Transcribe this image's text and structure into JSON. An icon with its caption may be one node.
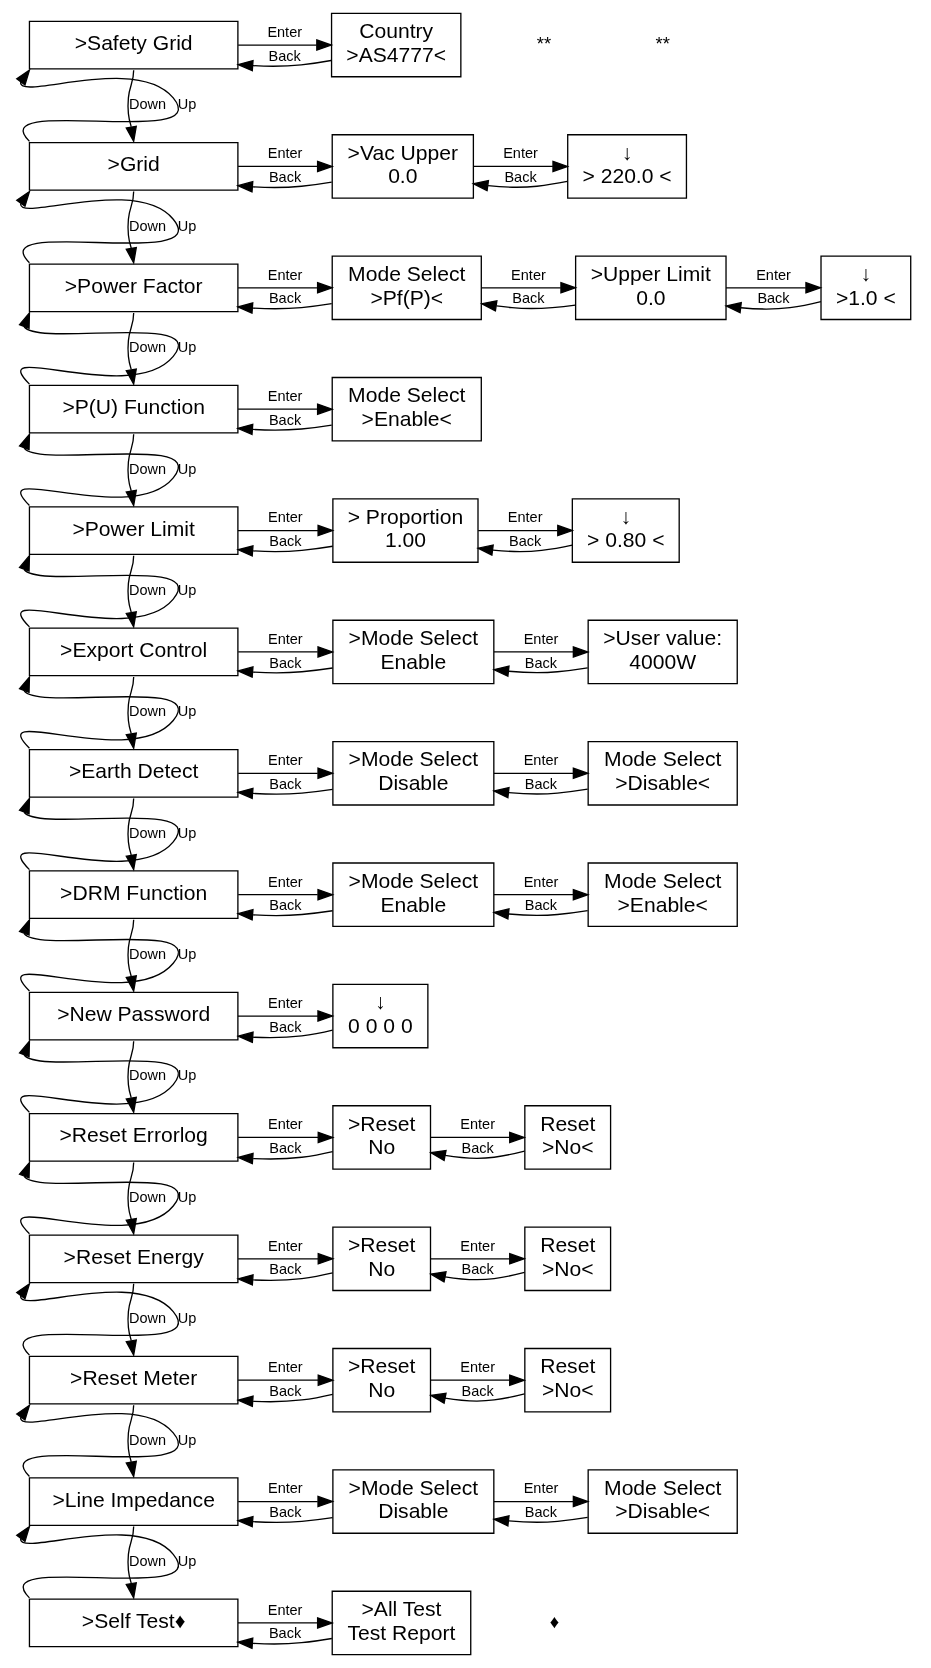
{
  "diagram": {
    "nodes": [
      {
        "text": [
          ">Safety Grid"
        ]
      },
      {
        "text": [
          "Country",
          ">AS4777<"
        ]
      },
      {
        "text": [
          ">Grid"
        ]
      },
      {
        "text": [
          ">Vac Upper",
          "0.0"
        ]
      },
      {
        "text": [
          "↓",
          "> 220.0 <"
        ]
      },
      {
        "text": [
          ">Power Factor"
        ]
      },
      {
        "text": [
          "Mode Select",
          ">Pf(P)<"
        ]
      },
      {
        "text": [
          ">Upper Limit",
          "0.0"
        ]
      },
      {
        "text": [
          "↓",
          ">1.0 <"
        ]
      },
      {
        "text": [
          ">P(U) Function"
        ]
      },
      {
        "text": [
          "Mode Select",
          ">Enable<"
        ]
      },
      {
        "text": [
          ">Power Limit"
        ]
      },
      {
        "text": [
          "> Proportion",
          "1.00"
        ]
      },
      {
        "text": [
          "↓",
          "> 0.80 <"
        ]
      },
      {
        "text": [
          ">Export Control"
        ]
      },
      {
        "text": [
          ">Mode Select",
          "Enable"
        ]
      },
      {
        "text": [
          ">User value:",
          "4000W"
        ]
      },
      {
        "text": [
          ">Earth Detect"
        ]
      },
      {
        "text": [
          ">Mode Select",
          "Disable"
        ]
      },
      {
        "text": [
          "Mode Select",
          ">Disable<"
        ]
      },
      {
        "text": [
          ">DRM Function"
        ]
      },
      {
        "text": [
          ">Mode Select",
          "Enable"
        ]
      },
      {
        "text": [
          "Mode Select",
          ">Enable<"
        ]
      },
      {
        "text": [
          ">New Password"
        ]
      },
      {
        "text": [
          "↓",
          "0 0 0 0"
        ]
      },
      {
        "text": [
          ">Reset Errorlog"
        ]
      },
      {
        "text": [
          ">Reset",
          "No"
        ]
      },
      {
        "text": [
          "Reset",
          ">No<"
        ]
      },
      {
        "text": [
          ">Reset Energy"
        ]
      },
      {
        "text": [
          ">Reset",
          "No"
        ]
      },
      {
        "text": [
          "Reset",
          ">No<"
        ]
      },
      {
        "text": [
          ">Reset Meter"
        ]
      },
      {
        "text": [
          ">Reset",
          "No"
        ]
      },
      {
        "text": [
          "Reset",
          ">No<"
        ]
      },
      {
        "text": [
          ">Line Impedance"
        ]
      },
      {
        "text": [
          ">Mode Select",
          "Disable"
        ]
      },
      {
        "text": [
          "Mode Select",
          ">Disable<"
        ]
      },
      {
        "text": [
          ">Self Test♦"
        ]
      },
      {
        "text": [
          ">All Test",
          "Test Report"
        ]
      }
    ],
    "edges": [
      {
        "from": 0,
        "to": 1,
        "arrow": "to",
        "label": "Enter"
      },
      {
        "from": 1,
        "to": 0,
        "arrow": "to",
        "label": "Back"
      },
      {
        "from": 0,
        "to": 2,
        "arrow": "to",
        "label": "Down"
      },
      {
        "from": 2,
        "to": 0,
        "arrow": "to",
        "label": "Up"
      },
      {
        "from": 2,
        "to": 3,
        "arrow": "to",
        "label": "Enter"
      },
      {
        "from": 3,
        "to": 2,
        "arrow": "to",
        "label": "Back"
      },
      {
        "from": 3,
        "to": 4,
        "arrow": "to",
        "label": "Enter"
      },
      {
        "from": 4,
        "to": 3,
        "arrow": "to",
        "label": "Back"
      },
      {
        "from": 2,
        "to": 5,
        "arrow": "to",
        "label": "Down"
      },
      {
        "from": 5,
        "to": 2,
        "arrow": "to",
        "label": "Up"
      },
      {
        "from": 5,
        "to": 6,
        "arrow": "to",
        "label": "Enter"
      },
      {
        "from": 6,
        "to": 5,
        "arrow": "to",
        "label": "Back"
      },
      {
        "from": 6,
        "to": 7,
        "arrow": "to",
        "label": "Enter"
      },
      {
        "from": 7,
        "to": 6,
        "arrow": "to",
        "label": "Back"
      },
      {
        "from": 7,
        "to": 8,
        "arrow": "to",
        "label": "Enter"
      },
      {
        "from": 8,
        "to": 7,
        "arrow": "to",
        "label": "Back"
      },
      {
        "from": 5,
        "to": 9,
        "arrow": "to",
        "label": "Down"
      },
      {
        "from": 9,
        "to": 5,
        "arrow": "to",
        "label": "Up"
      },
      {
        "from": 9,
        "to": 10,
        "arrow": "to",
        "label": "Enter"
      },
      {
        "from": 10,
        "to": 9,
        "arrow": "to",
        "label": "Back"
      },
      {
        "from": 9,
        "to": 11,
        "arrow": "to",
        "label": "Down"
      },
      {
        "from": 11,
        "to": 9,
        "arrow": "to",
        "label": "Up"
      },
      {
        "from": 11,
        "to": 12,
        "arrow": "to",
        "label": "Enter"
      },
      {
        "from": 12,
        "to": 11,
        "arrow": "to",
        "label": "Back"
      },
      {
        "from": 12,
        "to": 13,
        "arrow": "to",
        "label": "Enter"
      },
      {
        "from": 13,
        "to": 12,
        "arrow": "to",
        "label": "Back"
      },
      {
        "from": 11,
        "to": 14,
        "arrow": "to",
        "label": "Down"
      },
      {
        "from": 14,
        "to": 11,
        "arrow": "to",
        "label": "Up"
      },
      {
        "from": 14,
        "to": 15,
        "arrow": "to",
        "label": "Enter"
      },
      {
        "from": 15,
        "to": 14,
        "arrow": "to",
        "label": "Back"
      },
      {
        "from": 15,
        "to": 16,
        "arrow": "to",
        "label": "Enter"
      },
      {
        "from": 16,
        "to": 15,
        "arrow": "to",
        "label": "Back"
      },
      {
        "from": 14,
        "to": 17,
        "arrow": "to",
        "label": "Down"
      },
      {
        "from": 17,
        "to": 14,
        "arrow": "to",
        "label": "Up"
      },
      {
        "from": 17,
        "to": 18,
        "arrow": "to",
        "label": "Enter"
      },
      {
        "from": 18,
        "to": 17,
        "arrow": "to",
        "label": "Back"
      },
      {
        "from": 18,
        "to": 19,
        "arrow": "to",
        "label": "Enter"
      },
      {
        "from": 19,
        "to": 18,
        "arrow": "to",
        "label": "Back"
      },
      {
        "from": 17,
        "to": 20,
        "arrow": "to",
        "label": "Down"
      },
      {
        "from": 20,
        "to": 17,
        "arrow": "to",
        "label": "Up"
      },
      {
        "from": 20,
        "to": 21,
        "arrow": "to",
        "label": "Enter"
      },
      {
        "from": 21,
        "to": 20,
        "arrow": "to",
        "label": "Back"
      },
      {
        "from": 21,
        "to": 22,
        "arrow": "to",
        "label": "Enter"
      },
      {
        "from": 22,
        "to": 21,
        "arrow": "to",
        "label": "Back"
      },
      {
        "from": 20,
        "to": 23,
        "arrow": "to",
        "label": "Down"
      },
      {
        "from": 23,
        "to": 20,
        "arrow": "to",
        "label": "Up"
      },
      {
        "from": 23,
        "to": 24,
        "arrow": "to",
        "label": "Enter"
      },
      {
        "from": 24,
        "to": 23,
        "arrow": "to",
        "label": "Back"
      },
      {
        "from": 23,
        "to": 25,
        "arrow": "to",
        "label": "Down"
      },
      {
        "from": 25,
        "to": 23,
        "arrow": "to",
        "label": "Up"
      },
      {
        "from": 25,
        "to": 26,
        "arrow": "to",
        "label": "Enter"
      },
      {
        "from": 26,
        "to": 25,
        "arrow": "to",
        "label": "Back"
      },
      {
        "from": 26,
        "to": 27,
        "arrow": "to",
        "label": "Enter"
      },
      {
        "from": 27,
        "to": 26,
        "arrow": "to",
        "label": "Back"
      },
      {
        "from": 25,
        "to": 28,
        "arrow": "to",
        "label": "Down"
      },
      {
        "from": 28,
        "to": 25,
        "arrow": "to",
        "label": "Up"
      },
      {
        "from": 28,
        "to": 29,
        "arrow": "to",
        "label": "Enter"
      },
      {
        "from": 29,
        "to": 28,
        "arrow": "to",
        "label": "Back"
      },
      {
        "from": 29,
        "to": 30,
        "arrow": "to",
        "label": "Enter"
      },
      {
        "from": 30,
        "to": 29,
        "arrow": "to",
        "label": "Back"
      },
      {
        "from": 28,
        "to": 31,
        "arrow": "to",
        "label": "Down"
      },
      {
        "from": 31,
        "to": 28,
        "arrow": "to",
        "label": "Up"
      },
      {
        "from": 31,
        "to": 32,
        "arrow": "to",
        "label": "Enter"
      },
      {
        "from": 32,
        "to": 31,
        "arrow": "to",
        "label": "Back"
      },
      {
        "from": 32,
        "to": 33,
        "arrow": "to",
        "label": "Enter"
      },
      {
        "from": 33,
        "to": 32,
        "arrow": "to",
        "label": "Back"
      },
      {
        "from": 31,
        "to": 34,
        "arrow": "to",
        "label": "Down"
      },
      {
        "from": 34,
        "to": 31,
        "arrow": "to",
        "label": "Up"
      },
      {
        "from": 34,
        "to": 35,
        "arrow": "to",
        "label": "Enter"
      },
      {
        "from": 35,
        "to": 34,
        "arrow": "to",
        "label": "Back"
      },
      {
        "from": 35,
        "to": 36,
        "arrow": "to",
        "label": "Enter"
      },
      {
        "from": 36,
        "to": 35,
        "arrow": "to",
        "label": "Back"
      },
      {
        "from": 34,
        "to": 37,
        "arrow": "to",
        "label": "Down"
      },
      {
        "from": 37,
        "to": 34,
        "arrow": "to",
        "label": "Up"
      },
      {
        "from": 37,
        "to": 38,
        "arrow": "to",
        "label": "Enter"
      },
      {
        "from": 38,
        "to": 37,
        "arrow": "to",
        "label": "Back"
      }
    ],
    "labels": [
      "**",
      "**",
      "♦"
    ]
  }
}
